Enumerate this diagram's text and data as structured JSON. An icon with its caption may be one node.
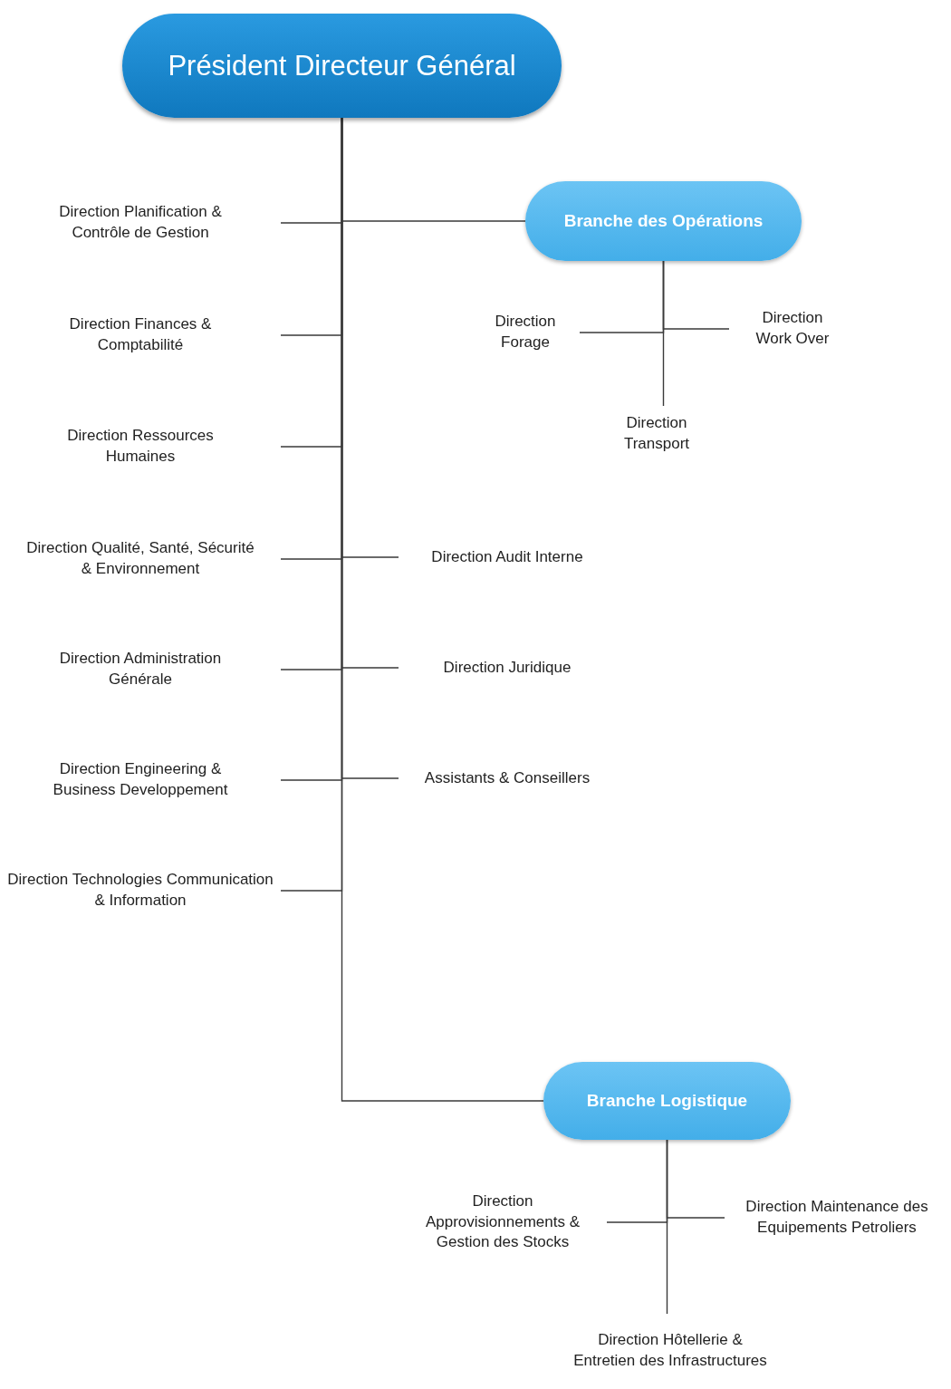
{
  "diagram": {
    "nodes": [
      {
        "text": [
          "Président Directeur Général"
        ]
      },
      {
        "text": [
          "Direction Planification & Contrôle de Gestion"
        ]
      },
      {
        "text": [
          "Branche des Opérations"
        ]
      },
      {
        "text": [
          "Direction Forage"
        ]
      },
      {
        "text": [
          "Direction Work Over"
        ]
      },
      {
        "text": [
          "Direction Transport"
        ]
      },
      {
        "text": [
          "Direction Finances & Comptabilité"
        ]
      },
      {
        "text": [
          "Direction Ressources Humaines"
        ]
      },
      {
        "text": [
          "Direction Qualité, Santé, Sécurité & Environnement"
        ]
      },
      {
        "text": [
          "Direction Audit Interne"
        ]
      },
      {
        "text": [
          "Direction Administration Générale"
        ]
      },
      {
        "text": [
          "Direction Juridique"
        ]
      },
      {
        "text": [
          "Direction Engineering & Business Developpement"
        ]
      },
      {
        "text": [
          "Assistants & Conseillers"
        ]
      },
      {
        "text": [
          "Direction Technologies Communication & Information"
        ]
      },
      {
        "text": [
          "Branche Logistique"
        ]
      },
      {
        "text": [
          "Direction Approvisionnements & Gestion des Stocks"
        ]
      },
      {
        "text": [
          "Direction Maintenance des Equipements Petroliers"
        ]
      },
      {
        "text": [
          "Direction Hôtellerie & Entretien des Infrastructures"
        ]
      }
    ],
    "edges": [
      {
        "from": 0,
        "to": 1,
        "arrow": "none"
      },
      {
        "from": 0,
        "to": 2,
        "arrow": "none"
      },
      {
        "from": 2,
        "to": 3,
        "arrow": "none"
      },
      {
        "from": 2,
        "to": 4,
        "arrow": "none"
      },
      {
        "from": 2,
        "to": 5,
        "arrow": "none"
      },
      {
        "from": 0,
        "to": 6,
        "arrow": "none"
      },
      {
        "from": 0,
        "to": 7,
        "arrow": "none"
      },
      {
        "from": 0,
        "to": 8,
        "arrow": "none"
      },
      {
        "from": 0,
        "to": 9,
        "arrow": "none"
      },
      {
        "from": 0,
        "to": 10,
        "arrow": "none"
      },
      {
        "from": 0,
        "to": 11,
        "arrow": "none"
      },
      {
        "from": 0,
        "to": 12,
        "arrow": "none"
      },
      {
        "from": 0,
        "to": 13,
        "arrow": "none"
      },
      {
        "from": 0,
        "to": 14,
        "arrow": "none"
      },
      {
        "from": 0,
        "to": 15,
        "arrow": "none"
      },
      {
        "from": 15,
        "to": 16,
        "arrow": "none"
      },
      {
        "from": 15,
        "to": 17,
        "arrow": "none"
      },
      {
        "from": 15,
        "to": 18,
        "arrow": "none"
      }
    ]
  }
}
